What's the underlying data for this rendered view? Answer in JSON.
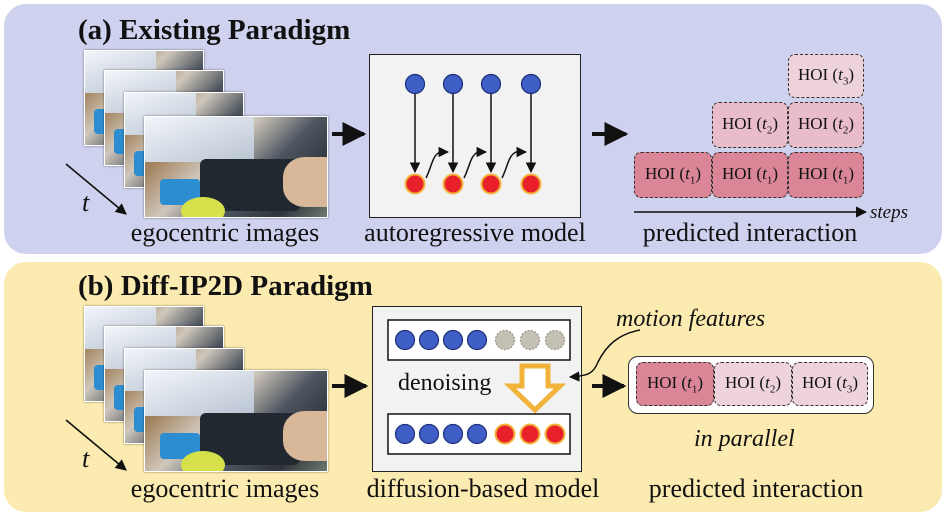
{
  "panel_a": {
    "title": "(a) Existing Paradigm",
    "images_caption": "egocentric images",
    "time_label": "t",
    "model_caption": "autoregressive model",
    "output_caption": "predicted interaction",
    "steps_label": "steps",
    "hoi_labels": {
      "t1": "HOI (t1)",
      "t2": "HOI (t2)",
      "t3": "HOI (t3)"
    }
  },
  "panel_b": {
    "title": "(b) Diff-IP2D Paradigm",
    "images_caption": "egocentric images",
    "time_label": "t",
    "model_caption": "diffusion-based model",
    "output_caption": "predicted interaction",
    "denoising_label": "denoising",
    "motion_label": "motion features",
    "parallel_label": "in parallel",
    "hoi_labels": {
      "t1": "HOI (t1)",
      "t2": "HOI (t2)",
      "t3": "HOI (t3)"
    }
  },
  "colors": {
    "panel_a_bg": "#cfd2ee",
    "panel_b_bg": "#fcebb0",
    "blue_node": "#3f5fc7",
    "red_node": "#e8202a",
    "noise_node": "#c4c0b4",
    "hoi_dark": "#da8696",
    "hoi_light": "#efd3dc",
    "denoise_arrow": "#f2b33a"
  }
}
